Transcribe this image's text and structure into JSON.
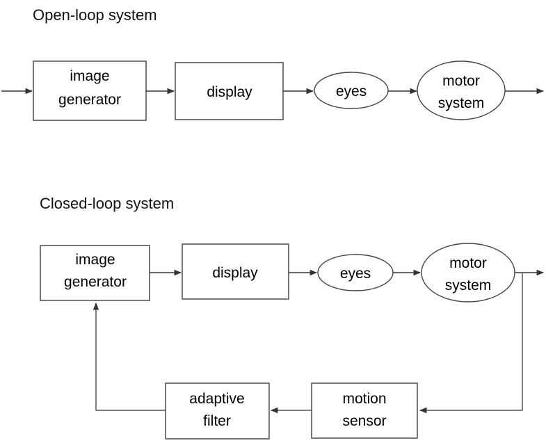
{
  "diagram": {
    "background_color": "#ffffff",
    "line_color": "#555555",
    "text_color": "#000000",
    "sections": [
      {
        "id": "open-loop",
        "title": "Open-loop system",
        "nodes": [
          {
            "id": "ol-image-generator",
            "shape": "rect",
            "label_line1": "image",
            "label_line2": "generator"
          },
          {
            "id": "ol-display",
            "shape": "rect",
            "label_line1": "display",
            "label_line2": ""
          },
          {
            "id": "ol-eyes",
            "shape": "ellipse",
            "label_line1": "eyes",
            "label_line2": ""
          },
          {
            "id": "ol-motor-system",
            "shape": "ellipse",
            "label_line1": "motor",
            "label_line2": "system"
          }
        ]
      },
      {
        "id": "closed-loop",
        "title": "Closed-loop system",
        "nodes": [
          {
            "id": "cl-image-generator",
            "shape": "rect",
            "label_line1": "image",
            "label_line2": "generator"
          },
          {
            "id": "cl-display",
            "shape": "rect",
            "label_line1": "display",
            "label_line2": ""
          },
          {
            "id": "cl-eyes",
            "shape": "ellipse",
            "label_line1": "eyes",
            "label_line2": ""
          },
          {
            "id": "cl-motor-system",
            "shape": "ellipse",
            "label_line1": "motor",
            "label_line2": "system"
          },
          {
            "id": "cl-motion-sensor",
            "shape": "rect",
            "label_line1": "motion",
            "label_line2": "sensor"
          },
          {
            "id": "cl-adaptive-filter",
            "shape": "rect",
            "label_line1": "adaptive",
            "label_line2": "filter"
          }
        ]
      }
    ]
  }
}
